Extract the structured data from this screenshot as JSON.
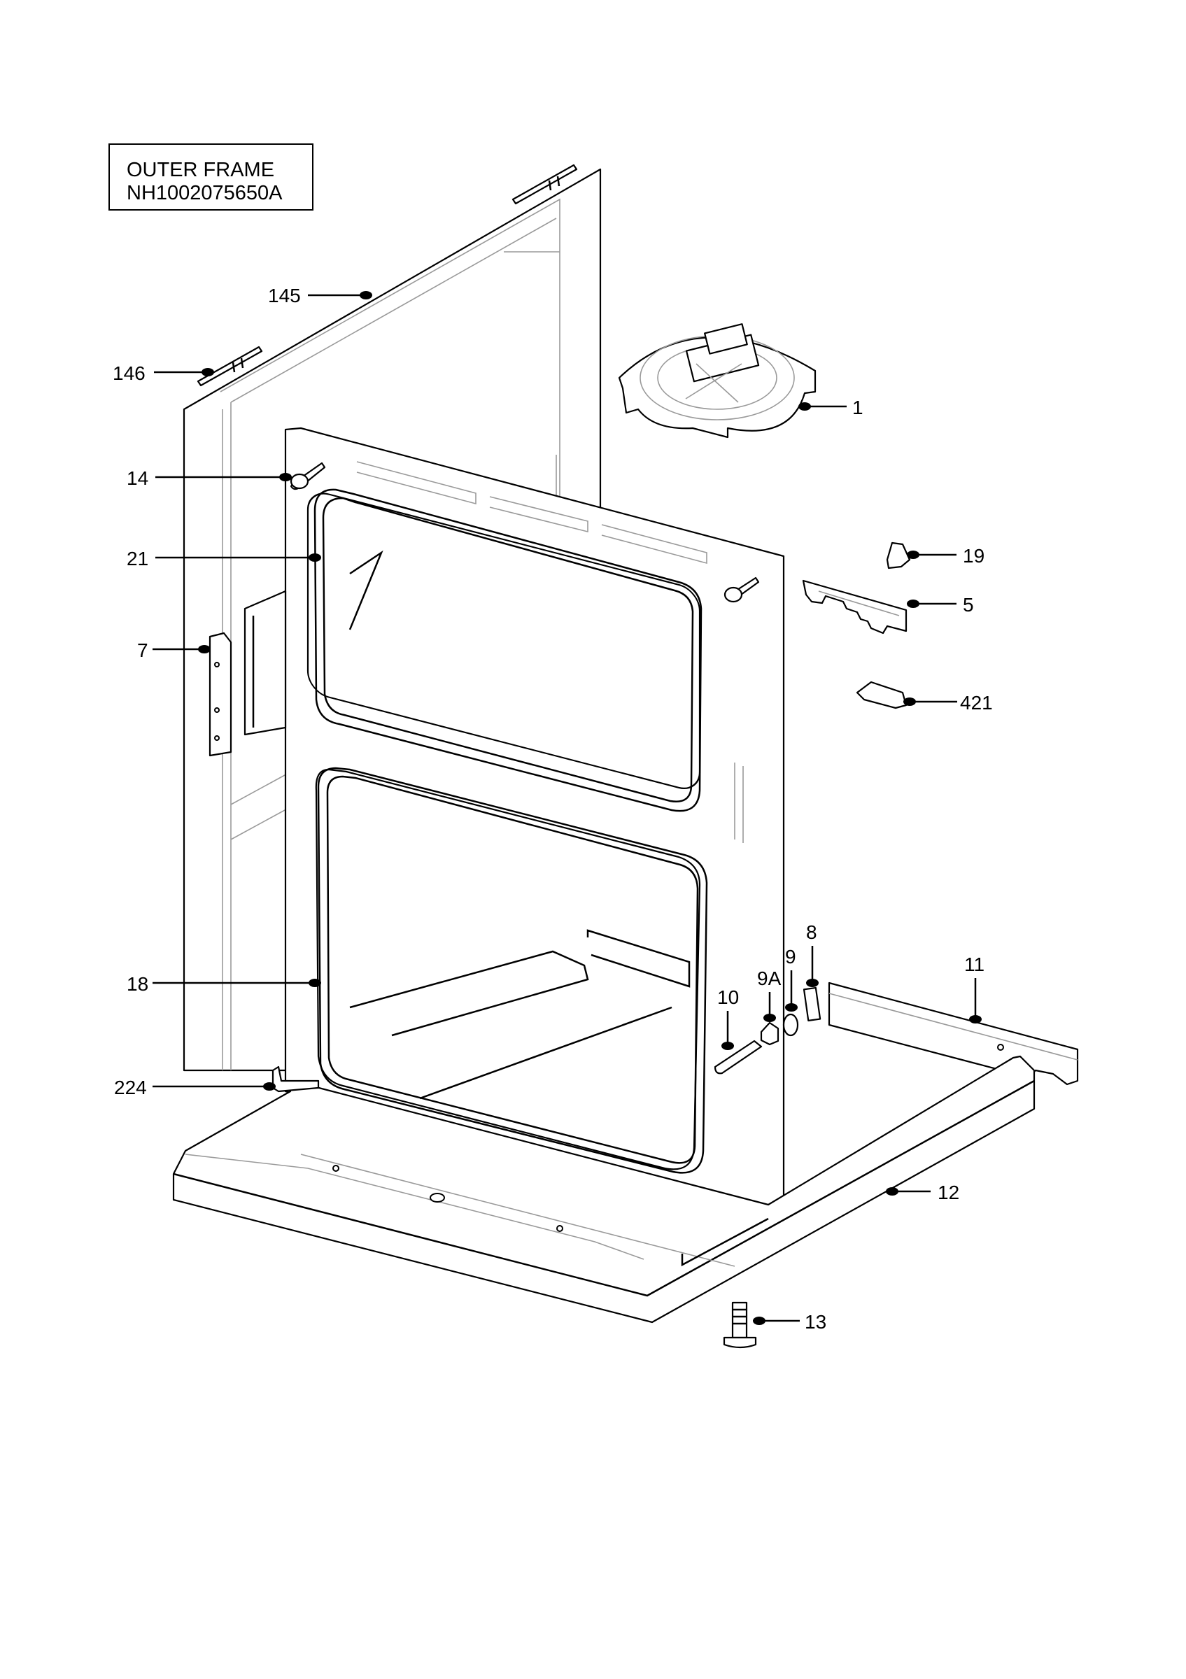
{
  "title": {
    "line1": "OUTER FRAME",
    "line2": "NH1002075650A"
  },
  "callouts": [
    {
      "id": "c145",
      "label": "145"
    },
    {
      "id": "c146",
      "label": "146"
    },
    {
      "id": "c14",
      "label": "14"
    },
    {
      "id": "c21",
      "label": "21"
    },
    {
      "id": "c7",
      "label": "7"
    },
    {
      "id": "c18",
      "label": "18"
    },
    {
      "id": "c224",
      "label": "224"
    },
    {
      "id": "c1",
      "label": "1"
    },
    {
      "id": "c19",
      "label": "19"
    },
    {
      "id": "c5",
      "label": "5"
    },
    {
      "id": "c421",
      "label": "421"
    },
    {
      "id": "c8",
      "label": "8"
    },
    {
      "id": "c9",
      "label": "9"
    },
    {
      "id": "c9a",
      "label": "9A"
    },
    {
      "id": "c10",
      "label": "10"
    },
    {
      "id": "c11",
      "label": "11"
    },
    {
      "id": "c12",
      "label": "12"
    },
    {
      "id": "c13",
      "label": "13"
    }
  ]
}
